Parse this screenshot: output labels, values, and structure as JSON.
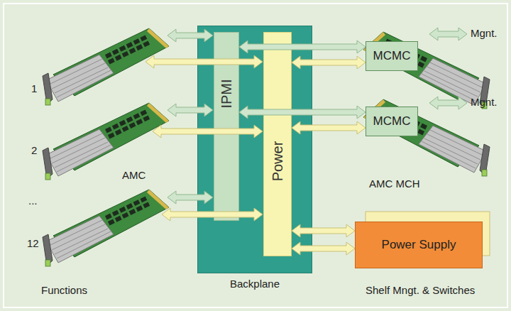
{
  "diagram": {
    "nodes": [
      {
        "text": [
          "Backplane"
        ]
      },
      {
        "text": [
          "IPMI"
        ],
        "in": 0
      },
      {
        "text": [
          "Power"
        ],
        "in": 0
      },
      {
        "text": [
          "MCMC"
        ]
      },
      {
        "text": [
          "MCMC"
        ]
      },
      {
        "text": [
          "Power Supply"
        ]
      }
    ],
    "edges": [
      {
        "from": 1,
        "to": 3,
        "arrow": "both"
      },
      {
        "from": 2,
        "to": 3,
        "arrow": "both"
      },
      {
        "from": 1,
        "to": 4,
        "arrow": "both"
      },
      {
        "from": 2,
        "to": 4,
        "arrow": "both"
      },
      {
        "from": 2,
        "to": 5,
        "arrow": "both"
      },
      {
        "from": 2,
        "to": 5,
        "arrow": "both"
      }
    ],
    "labels": [
      "1",
      "2",
      "...",
      "12",
      "AMC",
      "Mgnt.",
      "Mgnt.",
      "AMC MCH",
      "Functions",
      "Shelf Mngt. & Switches"
    ]
  }
}
